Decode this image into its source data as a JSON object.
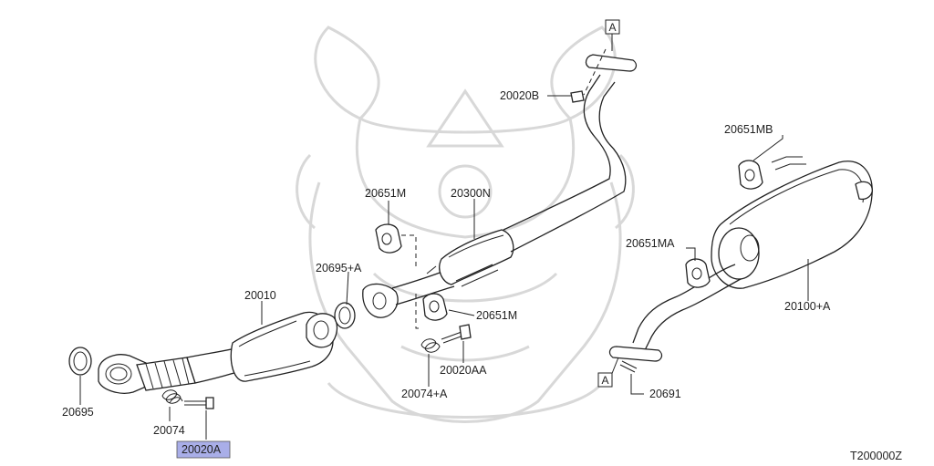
{
  "diagram": {
    "footer_code": "T200000Z",
    "reference_marker": "A",
    "labels": {
      "p20020B": "20020B",
      "p20651MB": "20651MB",
      "p20651M_top": "20651M",
      "p20300N": "20300N",
      "p20695A": "20695+A",
      "p20010": "20010",
      "p20651MA": "20651MA",
      "p20651M_bottom": "20651M",
      "p20100A": "20100+A",
      "p20020AA": "20020AA",
      "p20074A": "20074+A",
      "p20691": "20691",
      "p20695": "20695",
      "p20074": "20074",
      "p20020A": "20020A"
    },
    "highlight_color": "#a9aee8"
  }
}
